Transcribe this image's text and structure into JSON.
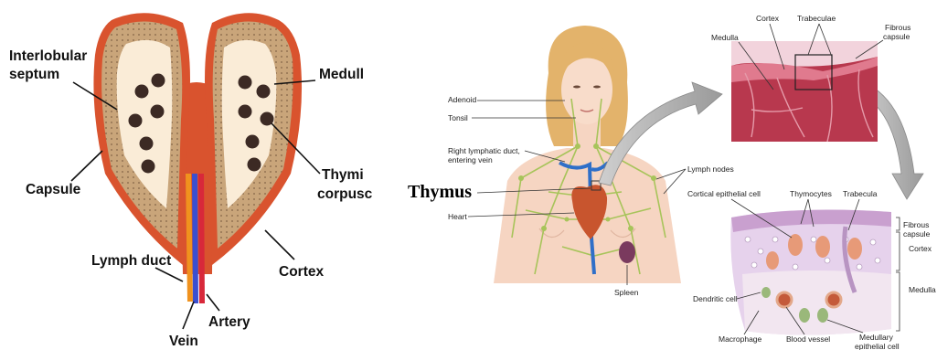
{
  "left_diagram": {
    "labels": {
      "interlobular_septum_line1": "Interlobular",
      "interlobular_septum_line2": "septum",
      "medulla": "Medull",
      "capsule": "Capsule",
      "thymic_corpuscle_line1": "Thymi",
      "thymic_corpuscle_line2": "corpusc",
      "lymph_duct": "Lymph duct",
      "cortex": "Cortex",
      "artery": "Artery",
      "vein": "Vein"
    },
    "colors": {
      "capsule": "#d9532e",
      "cortex": "#c9a57a",
      "medulla": "#faecd7",
      "corpuscle": "#3c2a24",
      "lymph_duct": "#f0921e",
      "vein": "#3b4fd0",
      "artery": "#d8283a"
    }
  },
  "middle_diagram": {
    "title": "Thymus",
    "labels": {
      "adenoid": "Adenoid",
      "tonsil": "Tonsil",
      "right_lymphatic_duct_line1": "Right lymphatic duct,",
      "right_lymphatic_duct_line2": "entering vein",
      "lymph_nodes": "Lymph nodes",
      "heart": "Heart",
      "spleen": "Spleen"
    },
    "colors": {
      "skin": "#f6d5c2",
      "hair": "#e3b36b",
      "lymph": "#a7c45a",
      "heart": "#c8552e"
    }
  },
  "micrograph": {
    "labels": {
      "medulla": "Medulla",
      "cortex": "Cortex",
      "trabeculae": "Trabeculae",
      "fibrous_capsule_line1": "Fibrous",
      "fibrous_capsule_line2": "capsule"
    },
    "colors": {
      "tissue": "#b8384e",
      "tissue_light": "#e07a8e"
    }
  },
  "cell_diagram": {
    "labels": {
      "cortical_epithelial_cell": "Cortical epithelial cell",
      "thymocytes": "Thymocytes",
      "trabecula": "Trabecula",
      "fibrous_capsule_line1": "Fibrous",
      "fibrous_capsule_line2": "capsule",
      "cortex": "Cortex",
      "medulla": "Medulla",
      "dendritic_cell": "Dendritic cell",
      "macrophage": "Macrophage",
      "blood_vessel": "Blood vessel",
      "medullary_epithelial_cell_line1": "Medullary",
      "medullary_epithelial_cell_line2": "epithelial cell"
    },
    "colors": {
      "cortex_bg": "#e6d2ec",
      "capsule": "#c9a0cf",
      "cell": "#e79a78"
    }
  }
}
